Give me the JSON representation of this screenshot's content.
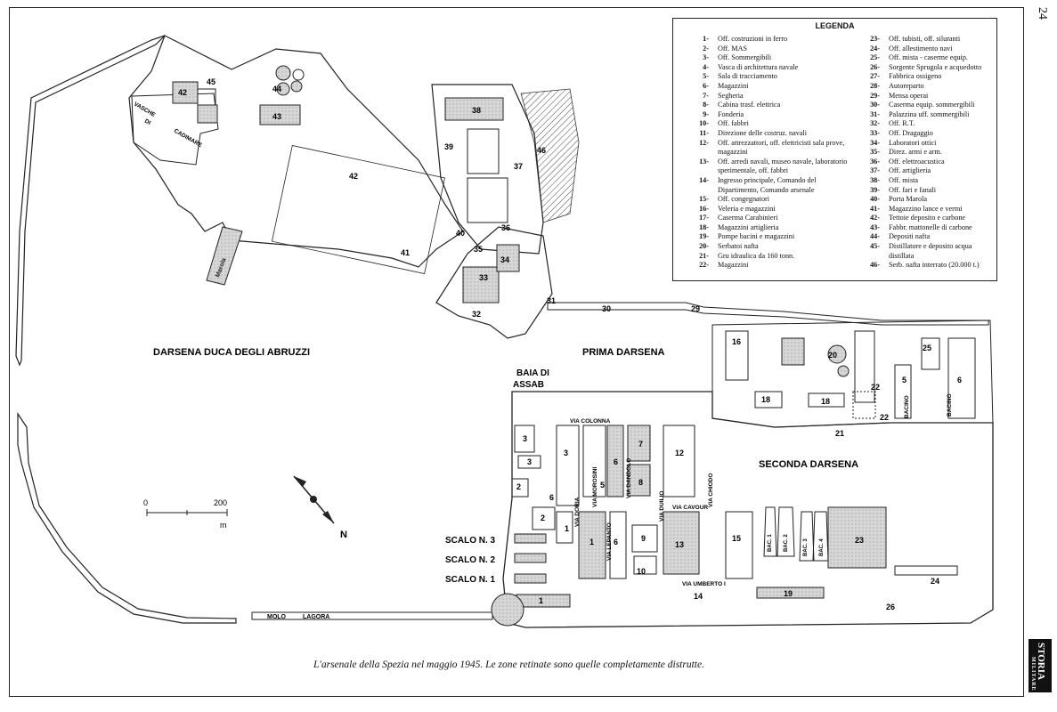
{
  "page_number": "24",
  "brand": {
    "name": "STORIA",
    "sub": "MILITARE"
  },
  "caption": "L'arsenale della Spezia nel maggio 1945. Le zone retinate sono quelle completamente distrutte.",
  "legend": {
    "title": "LEGENDA",
    "left": [
      {
        "num": "1-",
        "text": "Off. costruzioni in ferro"
      },
      {
        "num": "2-",
        "text": "Off. MAS"
      },
      {
        "num": "3-",
        "text": "Off. Sommergibili"
      },
      {
        "num": "4-",
        "text": "Vasca di architettura navale"
      },
      {
        "num": "5-",
        "text": "Sala di tracciamento"
      },
      {
        "num": "6-",
        "text": "Magazzini"
      },
      {
        "num": "7-",
        "text": "Segheria"
      },
      {
        "num": "8-",
        "text": "Cabina trasf. elettrica"
      },
      {
        "num": "9-",
        "text": "Fonderia"
      },
      {
        "num": "10-",
        "text": "Off. fabbri"
      },
      {
        "num": "11-",
        "text": "Direzione delle costruz. navali"
      },
      {
        "num": "12-",
        "text": "Off. attrezzattori, off. elettricisti sala prove, magazzini"
      },
      {
        "num": "13-",
        "text": "Off. arredi navali, museo navale, laboratorio sperimentale, off. fabbri"
      },
      {
        "num": "14-",
        "text": "Ingresso principale, Comando del Dipartimento, Comando arsenale"
      },
      {
        "num": "15-",
        "text": "Off. congegnatori"
      },
      {
        "num": "16-",
        "text": "Veleria e magazzini"
      },
      {
        "num": "17-",
        "text": "Caserma Carabinieri"
      },
      {
        "num": "18-",
        "text": "Magazzini artiglieria"
      },
      {
        "num": "19-",
        "text": "Pompe bacini e magazzini"
      },
      {
        "num": "20-",
        "text": "Serbatoi nafta"
      },
      {
        "num": "21-",
        "text": "Gru idraulica da 160 tonn."
      },
      {
        "num": "22-",
        "text": "Magazzini"
      }
    ],
    "right": [
      {
        "num": "23-",
        "text": "Off. tubisti, off. siluranti"
      },
      {
        "num": "24-",
        "text": "Off. allestimento navi"
      },
      {
        "num": "25-",
        "text": "Off. mista - caserme equip."
      },
      {
        "num": "26-",
        "text": "Sorgente Sprugola e acquedotto"
      },
      {
        "num": "27-",
        "text": "Fabbrica ossigeno"
      },
      {
        "num": "28-",
        "text": "Autoreparto"
      },
      {
        "num": "29-",
        "text": "Mensa operai"
      },
      {
        "num": "30-",
        "text": "Caserma equip. sommergibili"
      },
      {
        "num": "31-",
        "text": "Palazzina uff. sommergibili"
      },
      {
        "num": "32-",
        "text": "Off. R.T."
      },
      {
        "num": "33-",
        "text": "Off. Dragaggio"
      },
      {
        "num": "34-",
        "text": "Laboratori ottici"
      },
      {
        "num": "35-",
        "text": "Direz. armi e arm."
      },
      {
        "num": "36-",
        "text": "Off. elettroacustica"
      },
      {
        "num": "37-",
        "text": "Off. artiglieria"
      },
      {
        "num": "38-",
        "text": "Off. mista"
      },
      {
        "num": "39-",
        "text": "Off. fari e fanali"
      },
      {
        "num": "40-",
        "text": "Porta Marola"
      },
      {
        "num": "41-",
        "text": "Magazzino lance e vermi"
      },
      {
        "num": "42-",
        "text": "Tettoie deposito e carbone"
      },
      {
        "num": "43-",
        "text": "Fabbr. mattonelle di carbone"
      },
      {
        "num": "44-",
        "text": "Depositi nafta"
      },
      {
        "num": "45-",
        "text": "Distillatore e deposito acqua distillata"
      },
      {
        "num": "46-",
        "text": "Serb. nafta interrato (20.000 t.)"
      }
    ]
  },
  "areas": {
    "darsena_duca": "DARSENA DUCA DEGLI ABRUZZI",
    "prima_darsena": "PRIMA DARSENA",
    "seconda_darsena": "SECONDA DARSENA",
    "baia": "BAIA DI",
    "assab": "ASSAB",
    "molo": "MOLO",
    "lagora": "LAGORA",
    "scalo3": "SCALO N. 3",
    "scalo2": "SCALO N. 2",
    "scalo1": "SCALO N. 1",
    "vasche1": "VASCHE",
    "vasche2": "DI",
    "cadimare": "CADIMARE",
    "marola": "Marola"
  },
  "streets": {
    "colonna": "VIA COLONNA",
    "doria": "VIA DORIA",
    "morosini": "VIA MOROSINI",
    "dandolo": "VIA DANDOLO",
    "duilio": "VIA DUILIO",
    "chiodo": "VIA CHIODO",
    "cavour": "VIA CAVOUR",
    "lepanto": "VIA LEPANTO",
    "umberto": "VIA UMBERTO I"
  },
  "basins": {
    "bacino5": "BACINO",
    "bacino6": "BACINO",
    "bac1": "BAC. 1",
    "bac2": "BAC. 2",
    "bac3": "BAC. 3",
    "bac4": "BAC. 4"
  },
  "scale": {
    "zero": "0",
    "max": "200",
    "unit": "m"
  },
  "compass": {
    "north": "N"
  },
  "numbers": {
    "n1a": "1",
    "n1b": "1",
    "n1c": "1",
    "n2a": "2",
    "n2b": "2",
    "n3a": "3",
    "n3b": "3",
    "n3c": "3",
    "n5": "5",
    "n6a": "6",
    "n6b": "6",
    "n6c": "6",
    "n7": "7",
    "n8": "8",
    "n9": "9",
    "n10": "10",
    "n12": "12",
    "n13": "13",
    "n14": "14",
    "n15": "15",
    "n16": "16",
    "n18a": "18",
    "n18b": "18",
    "n19": "19",
    "n20": "20",
    "n21": "21",
    "n22a": "22",
    "n22b": "22",
    "n23": "23",
    "n24": "24",
    "n25": "25",
    "n26": "26",
    "n29": "29",
    "n30": "30",
    "n31": "31",
    "n32": "32",
    "n33": "33",
    "n34": "34",
    "n35": "35",
    "n36": "36",
    "n37": "37",
    "n38": "38",
    "n39": "39",
    "n40": "40",
    "n41": "41",
    "n42a": "42",
    "n42b": "42",
    "n43": "43",
    "n44": "44",
    "n45": "45",
    "n46": "46",
    "b5": "5",
    "b6": "6"
  }
}
